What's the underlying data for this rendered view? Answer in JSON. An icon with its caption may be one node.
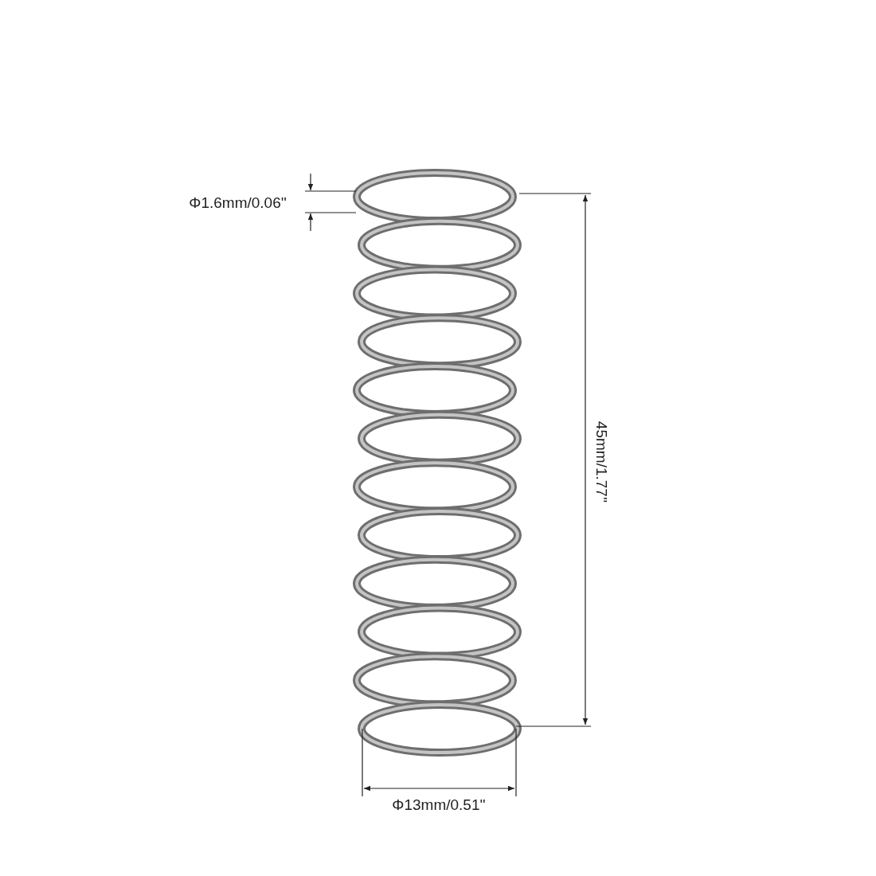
{
  "diagram": {
    "labels": [
      "Φ1.6mm/0.06''",
      "45mm/1.77''",
      "Φ13mm/0.51''"
    ]
  }
}
